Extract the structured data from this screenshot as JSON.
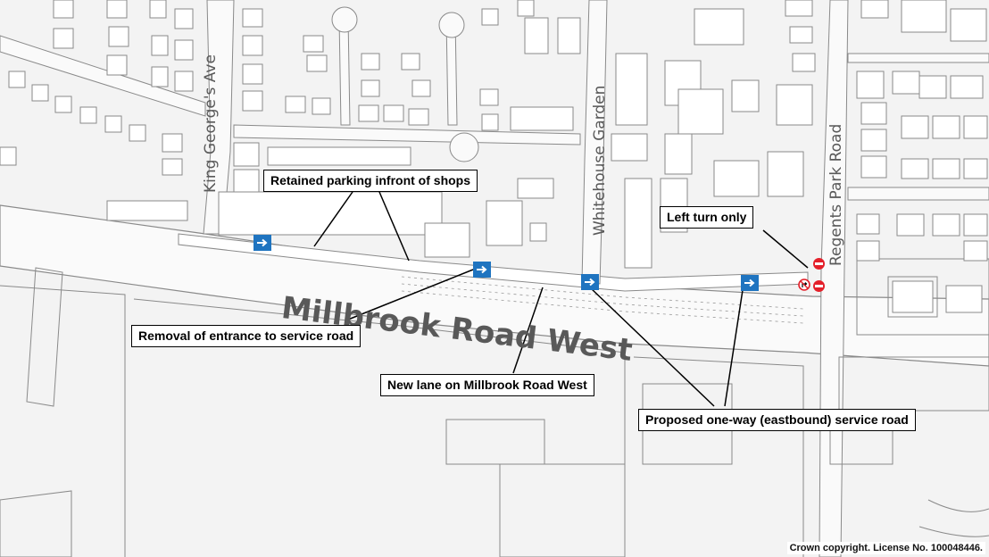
{
  "map": {
    "road_names": {
      "main_road": "Millbrook Road West",
      "king_georges": "King George's Ave",
      "whitehouse": "Whitehouse Garden",
      "regents_park": "Regents Park Road"
    },
    "callouts": {
      "retained_parking": "Retained parking infront of shops",
      "left_turn": "Left turn only",
      "removal_entrance": "Removal of entrance to service road",
      "new_lane": "New lane on Millbrook Road West",
      "one_way": "Proposed one-way (eastbound) service road"
    },
    "copyright": "Crown copyright.  License No. 100048446.",
    "icons": {
      "direction_sign": "one-way-arrow-icon",
      "no_waiting_sign": "no-entry-icon",
      "no_right_turn_sign": "no-right-turn-icon"
    },
    "colors": {
      "sign_blue": "#1f74c0",
      "no_entry_red": "#e4202a",
      "road_outline": "#8a8a8a",
      "building_fill": "#ffffff",
      "road_fill": "#fafafa",
      "label_gray": "#595959"
    }
  }
}
